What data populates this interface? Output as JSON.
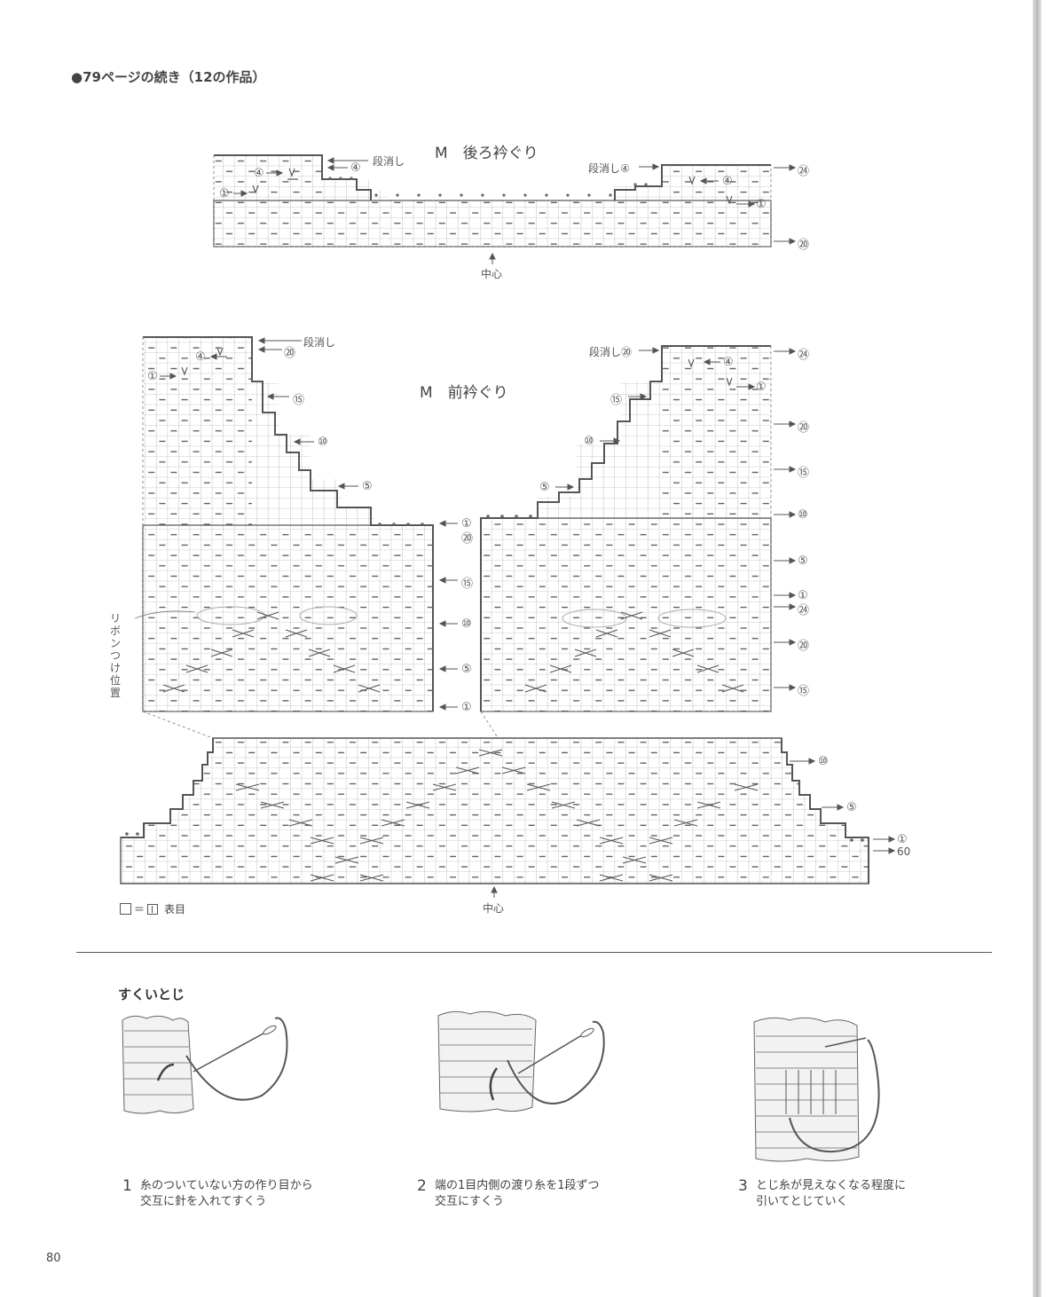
{
  "header": "●79ページの続き（12の作品）",
  "back_chart": {
    "title": "M　後ろ衿ぐり",
    "label_dankeshi": "段消し",
    "label_dankeshi_right": "段消し④",
    "row_4": "④",
    "row_1": "①",
    "row_20": "⑳",
    "row_24": "㉔",
    "center": "中心"
  },
  "front_chart": {
    "title": "M　前衿ぐり",
    "label_dankeshi": "段消し",
    "label_dankeshi_right": "段消し⑳",
    "ribbon_label": "リボンつけ位置",
    "rows": {
      "r1": "①",
      "r4": "④",
      "r5": "⑤",
      "r10": "⑩",
      "r15": "⑮",
      "r20": "⑳",
      "r24": "㉔"
    }
  },
  "bottom_chart": {
    "center": "中心",
    "rows": {
      "r1": "①",
      "r5": "⑤",
      "r10": "⑩",
      "r60": "60"
    }
  },
  "legend": {
    "equals": "＝",
    "text": "表目"
  },
  "section": {
    "title": "すくいとじ",
    "steps": [
      {
        "num": "1",
        "line1": "糸のついていない方の作り目から",
        "line2": "交互に針を入れてすくう"
      },
      {
        "num": "2",
        "line1": "端の1目内側の渡り糸を1段ずつ",
        "line2": "交互にすくう"
      },
      {
        "num": "3",
        "line1": "とじ糸が見えなくなる程度に",
        "line2": "引いてとじていく"
      }
    ]
  },
  "page_number": "80"
}
